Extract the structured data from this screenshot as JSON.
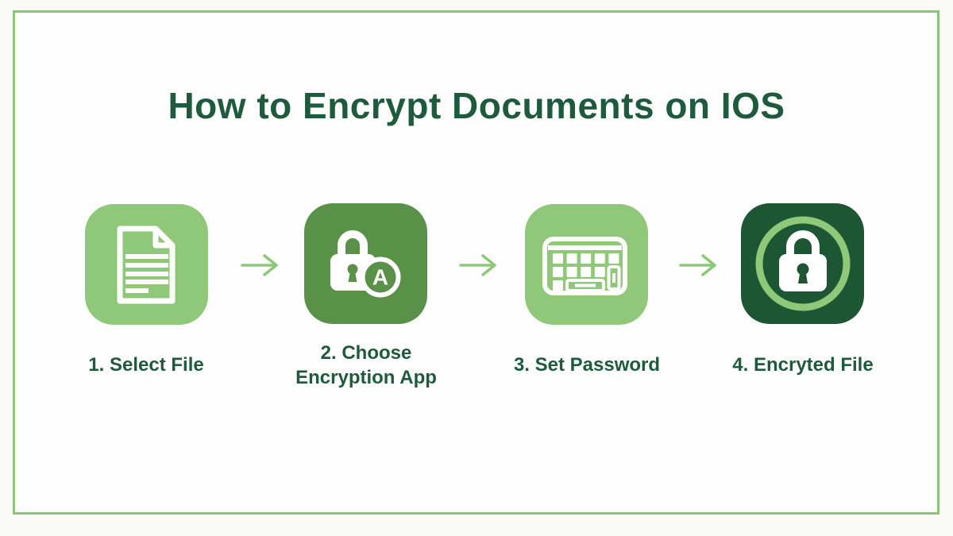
{
  "title": "How to Encrypt Documents on IOS",
  "steps": [
    {
      "label": "1. Select File",
      "icon": "document-icon"
    },
    {
      "label": "2. Choose\nEncryption App",
      "icon": "lock-app-icon"
    },
    {
      "label": "3. Set Password",
      "icon": "keyboard-icon"
    },
    {
      "label": "4. Encryted File",
      "icon": "encrypted-lock-icon"
    }
  ],
  "colors": {
    "title_text": "#1d5b3c",
    "label_text": "#1d5b3c",
    "box_light_green": "#8fc878",
    "box_medium_green": "#5a9149",
    "box_dark_green": "#1d5632",
    "ring_green": "#8fc878",
    "arrow_green": "#8cc878",
    "frame_border": "#8cc47c",
    "icon_white": "#ffffff",
    "background": "#fefefe"
  }
}
